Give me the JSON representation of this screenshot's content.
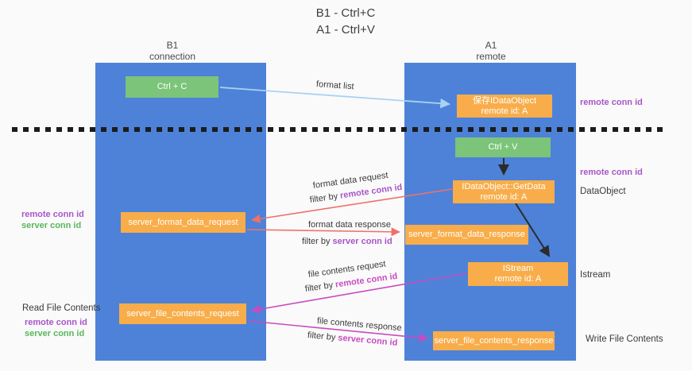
{
  "title": {
    "line1": "B1 - Ctrl+C",
    "line2": "A1 - Ctrl+V"
  },
  "columns": {
    "left": {
      "header1": "B1",
      "header2": "connection"
    },
    "right": {
      "header1": "A1",
      "header2": "remote"
    }
  },
  "boxes": {
    "ctrl_c": {
      "label": "Ctrl + C"
    },
    "ctrl_v": {
      "label": "Ctrl + V"
    },
    "save_dataobject": {
      "line1": "保存IDataObject",
      "line2": "remote id: A"
    },
    "getdata": {
      "line1": "IDataObject::GetData",
      "line2": "remote id: A"
    },
    "istream": {
      "line1": "IStream",
      "line2": "remote id: A"
    },
    "server_format_data_request": {
      "label": "server_format_data_request"
    },
    "server_format_data_response": {
      "label": "server_format_data_response"
    },
    "server_file_contents_request": {
      "label": "server_file_contents_request"
    },
    "server_file_contents_response": {
      "label": "server_file_contents_response"
    }
  },
  "arrow_labels": {
    "format_list": "format list",
    "format_data_request": "format data request",
    "format_data_response": "format data response",
    "file_contents_request": "file contents request",
    "file_contents_response": "file contents response",
    "filter_by": "filter by ",
    "remote_conn_id": "remote conn id",
    "server_conn_id": "server conn id"
  },
  "side_labels": {
    "left_remote_conn_id": "remote conn id",
    "left_server_conn_id": "server conn id",
    "read_file_contents": "Read File Contents",
    "right_remote_conn_id_top": "remote conn id",
    "right_remote_conn_id_mid": "remote conn id",
    "dataobject": "DataObject",
    "istream": "Istream",
    "write_file_contents": "Write File Contents"
  },
  "colors": {
    "column_blue": "#4d82d8",
    "box_orange": "#f8ad4a",
    "box_green": "#7bc47a",
    "label_purple": "#a855c8",
    "label_green": "#58b75c",
    "label_magenta": "#c94bc0",
    "arrow_lightblue": "#a9d2f2",
    "arrow_red": "#ef7168",
    "arrow_magenta": "#c94bc0",
    "arrow_black": "#2b2b2b",
    "background": "#fafafa"
  }
}
